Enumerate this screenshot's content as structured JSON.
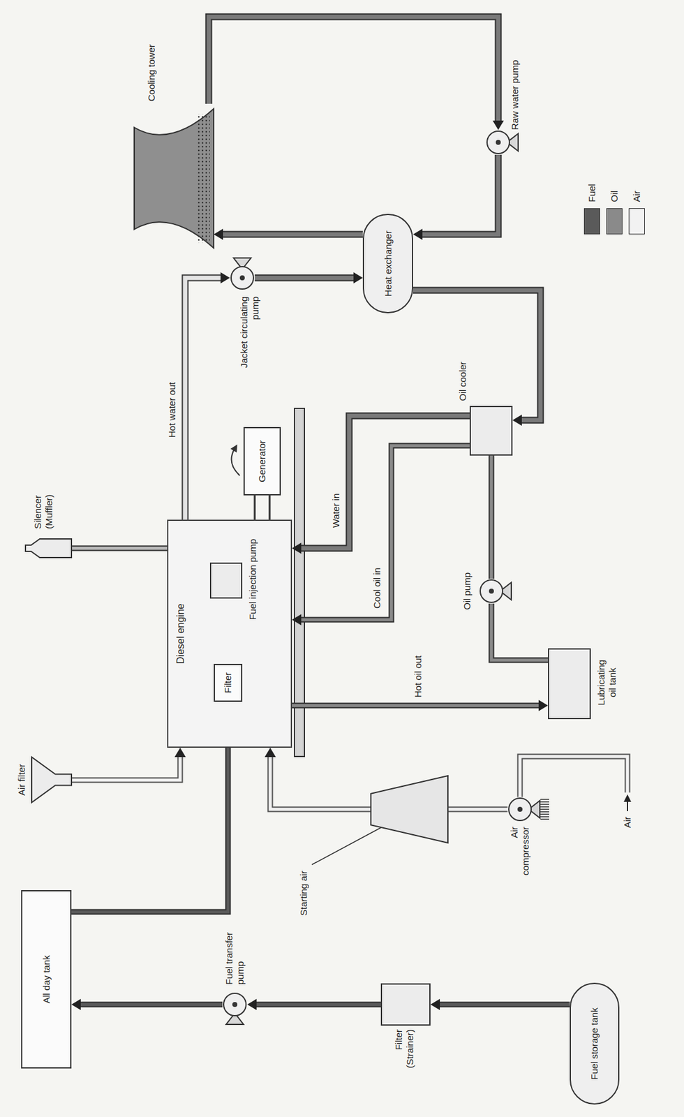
{
  "diagram": {
    "nodes": [
      {
        "text": [
          "All day tank"
        ]
      },
      {
        "text": [
          "Fuel transfer pump"
        ]
      },
      {
        "text": [
          "Filter (Strainer)"
        ]
      },
      {
        "text": [
          "Fuel storage tank"
        ]
      },
      {
        "text": [
          "Air filter"
        ]
      },
      {
        "text": [
          "Diesel engine"
        ]
      },
      {
        "text": [
          "Filter"
        ],
        "in": 5
      },
      {
        "text": [
          "Fuel injection pump"
        ],
        "in": 5
      },
      {
        "text": [
          "Silencer (Muffler)"
        ]
      },
      {
        "text": [
          "Generator"
        ]
      },
      {
        "text": [
          "Starting air"
        ]
      },
      {
        "text": [
          "Air compressor"
        ]
      },
      {
        "text": [
          "Lubricating oil tank"
        ]
      },
      {
        "text": [
          "Oil pump"
        ]
      },
      {
        "text": [
          "Oil cooler"
        ]
      },
      {
        "text": [
          "Jacket circulating pump"
        ]
      },
      {
        "text": [
          "Heat exchanger"
        ]
      },
      {
        "text": [
          "Cooling tower"
        ]
      },
      {
        "text": [
          "Raw water pump"
        ]
      }
    ],
    "edges": [
      {
        "from": 3,
        "to": 2,
        "arrow": "to"
      },
      {
        "from": 2,
        "to": 1,
        "arrow": "to"
      },
      {
        "from": 1,
        "to": 0,
        "arrow": "to"
      },
      {
        "from": 0,
        "to": 6,
        "arrow": "to"
      },
      {
        "from": 6,
        "to": 7,
        "arrow": "none"
      },
      {
        "from": 4,
        "to": 5,
        "arrow": "to"
      },
      {
        "from": 5,
        "to": 8,
        "arrow": "none"
      },
      {
        "from": 11,
        "to": 10,
        "arrow": "none"
      },
      {
        "from": 10,
        "to": 5,
        "arrow": "to"
      },
      {
        "from": 12,
        "to": 13,
        "arrow": "none"
      },
      {
        "from": 5,
        "to": 12,
        "label": "Hot oil out",
        "arrow": "to"
      },
      {
        "from": 13,
        "to": 14,
        "arrow": "none"
      },
      {
        "from": 14,
        "to": 5,
        "label": "Cool oil in",
        "arrow": "to"
      },
      {
        "from": 14,
        "to": 5,
        "label": "Water in",
        "arrow": "to"
      },
      {
        "from": 16,
        "to": 14,
        "arrow": "to"
      },
      {
        "from": 5,
        "to": 15,
        "label": "Hot water out",
        "arrow": "to"
      },
      {
        "from": 15,
        "to": 16,
        "arrow": "to"
      },
      {
        "from": 16,
        "to": 17,
        "arrow": "to"
      },
      {
        "from": 17,
        "to": 18,
        "arrow": "to"
      },
      {
        "from": 18,
        "to": 16,
        "arrow": "to"
      }
    ],
    "labels": [
      "Air"
    ],
    "legend": [
      {
        "text": "Fuel",
        "color": "#5a5a5a"
      },
      {
        "text": "Oil",
        "color": "#8a8a8a"
      },
      {
        "text": "Air",
        "color": "#f2f2f2"
      }
    ]
  }
}
